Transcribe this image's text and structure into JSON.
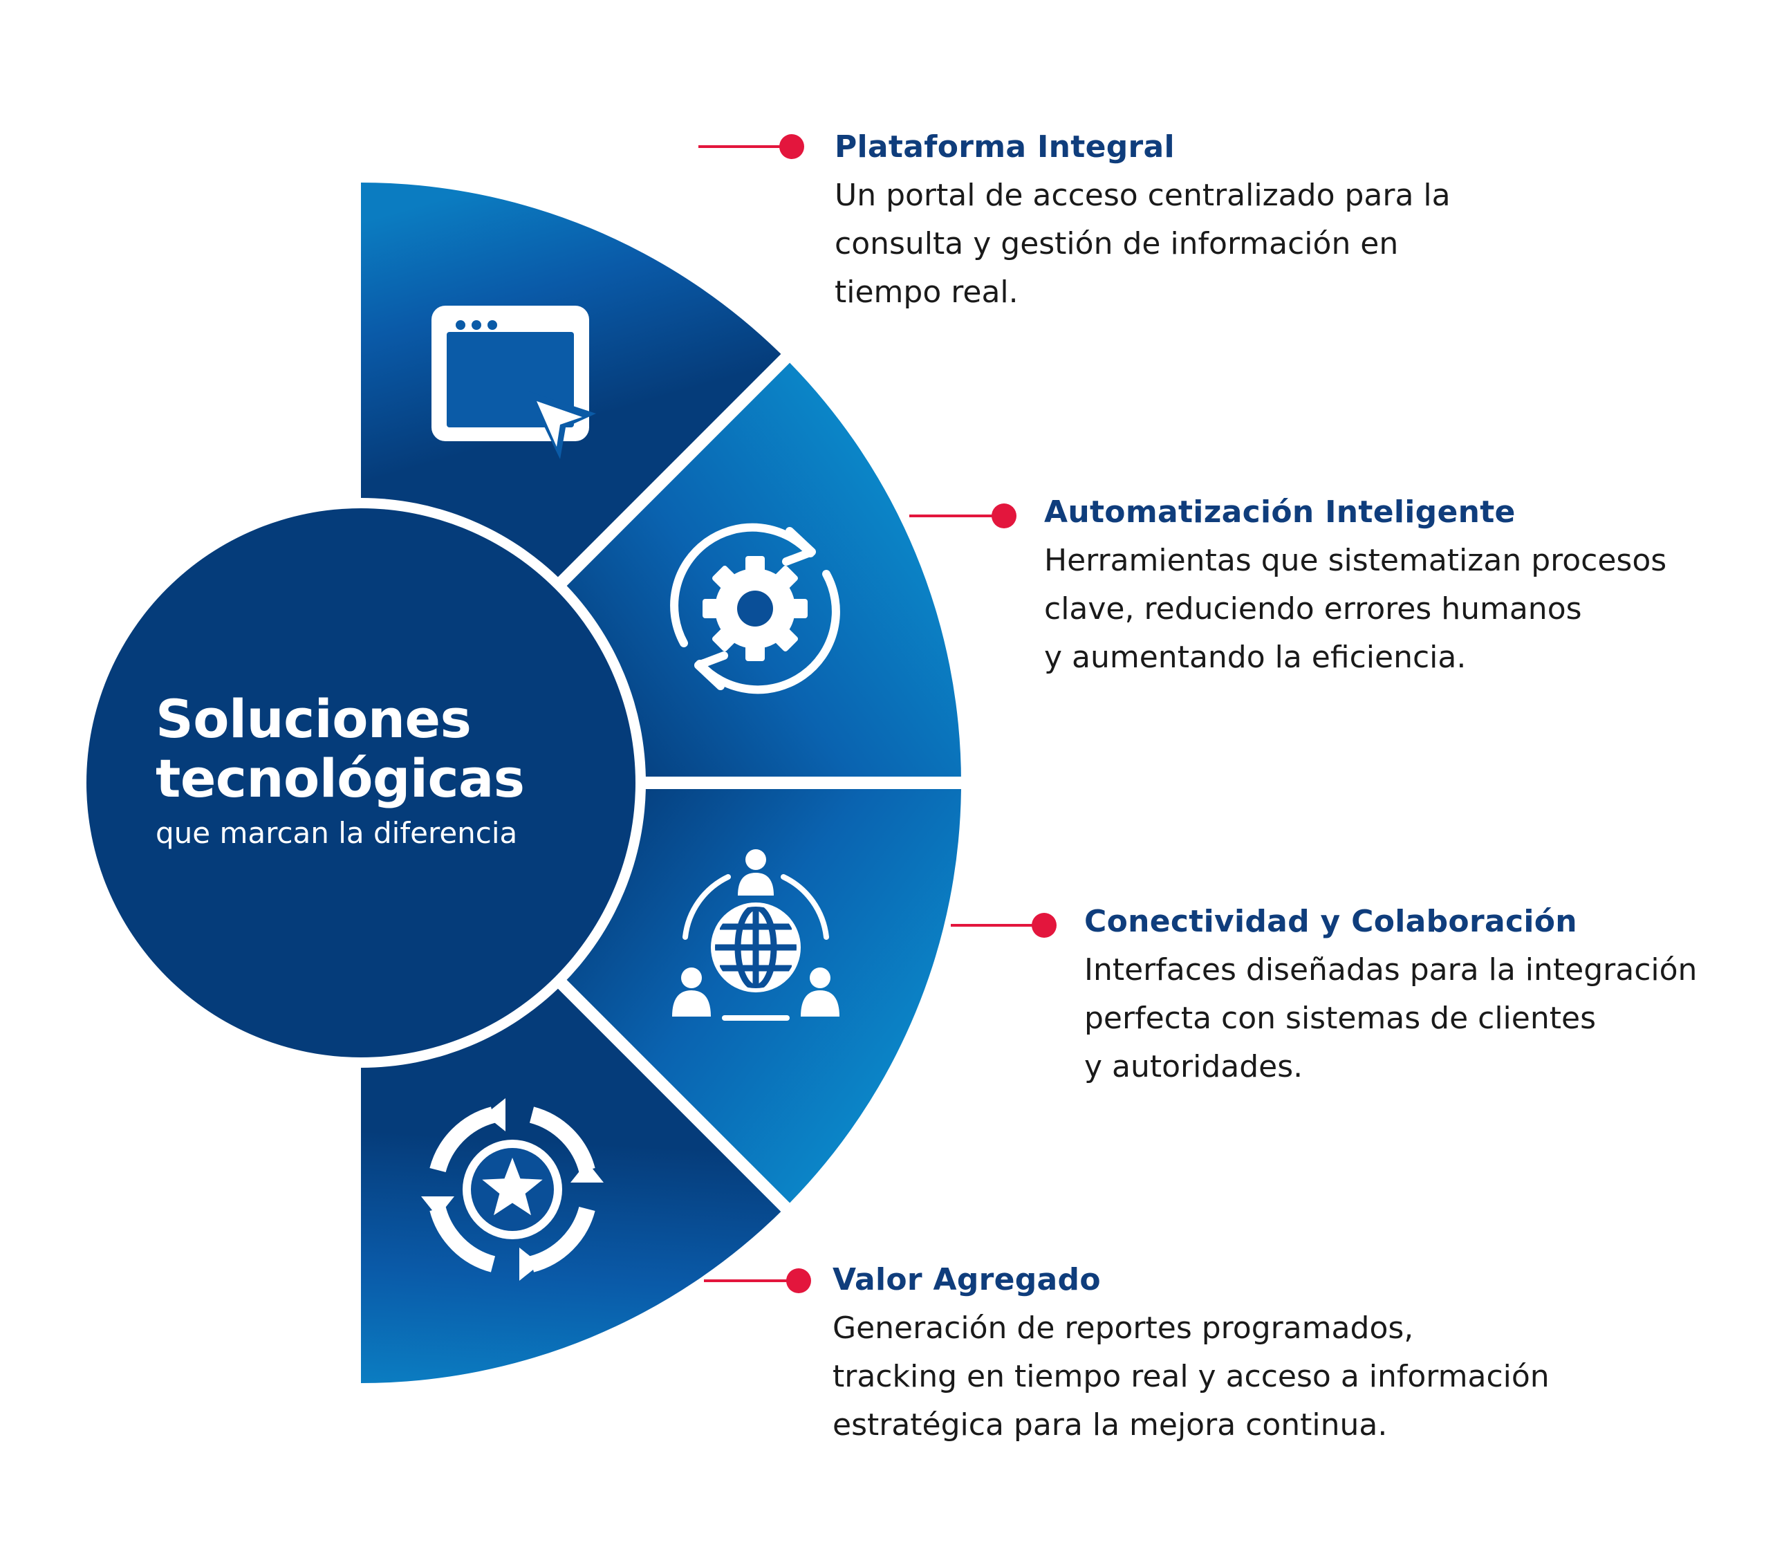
{
  "center": {
    "title_line1": "Soluciones",
    "title_line2": "tecnológicas",
    "subtitle": "que marcan la diferencia"
  },
  "segments": [
    {
      "icon": "browser-cursor-icon",
      "title": "Plataforma Integral",
      "body": [
        "Un portal de acceso centralizado para la",
        "consulta y gestión de información en",
        "tiempo real."
      ]
    },
    {
      "icon": "gear-cycle-icon",
      "title": "Automatización Inteligente",
      "body": [
        "Herramientas que sistematizan procesos",
        "clave, reduciendo errores humanos",
        "y aumentando la eficiencia."
      ]
    },
    {
      "icon": "globe-network-icon",
      "title": "Conectividad y Colaboración",
      "body": [
        "Interfaces diseñadas para la integración",
        "perfecta con sistemas de clientes",
        "y autoridades."
      ]
    },
    {
      "icon": "star-cycle-icon",
      "title": "Valor Agregado",
      "body": [
        "Generación de reportes programados,",
        "tracking en tiempo real y acceso a información",
        "estratégica para la mejora continua."
      ]
    }
  ],
  "colors": {
    "dark_blue": "#053c7a",
    "mid_blue": "#0a5aa8",
    "light_blue": "#0b86c8",
    "title_blue": "#0f3d7c",
    "accent_red": "#e3163d",
    "text": "#1a1a1a"
  }
}
